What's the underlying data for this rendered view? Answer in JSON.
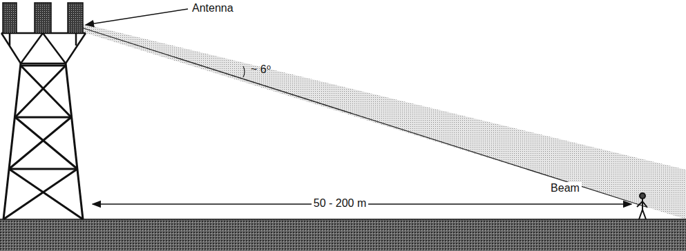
{
  "diagram": {
    "labels": [
      "Antenna",
      "~ 6⁰",
      "Beam",
      "50 - 200 m"
    ]
  }
}
